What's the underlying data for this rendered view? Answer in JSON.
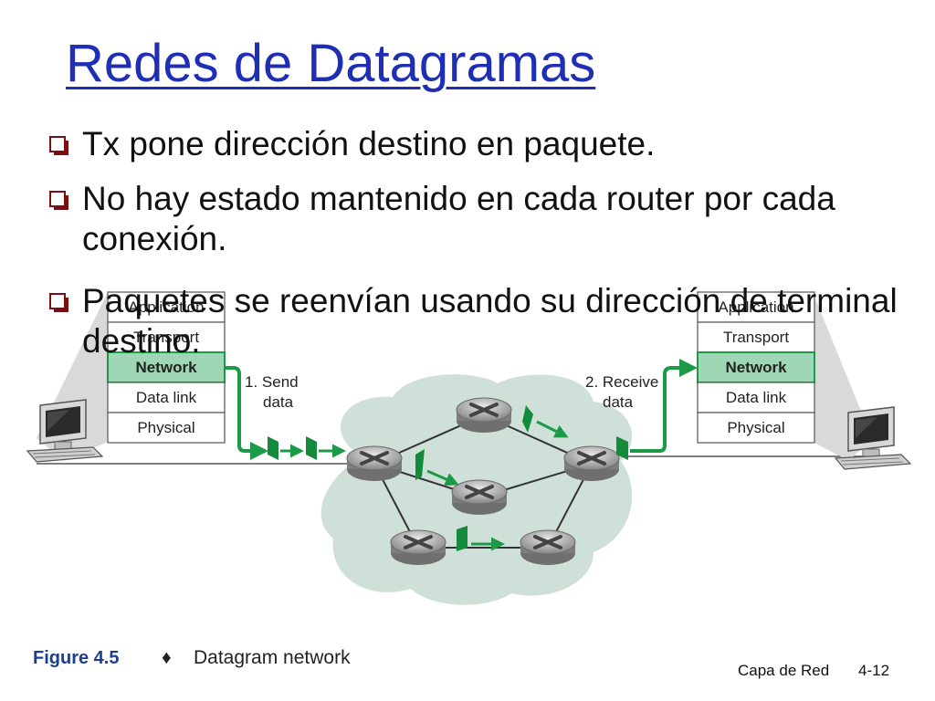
{
  "slide": {
    "title": "Redes de Datagramas",
    "bullets": [
      "Tx pone dirección destino en paquete.",
      "No hay estado mantenido en cada router por cada conexión.",
      "Paquetes se reenvían usando su dirección de terminal destino."
    ]
  },
  "figure": {
    "sender_stack": [
      "Application",
      "Transport",
      "Network",
      "Data link",
      "Physical"
    ],
    "receiver_stack": [
      "Application",
      "Transport",
      "Network",
      "Data link",
      "Physical"
    ],
    "send_label": [
      "1. Send",
      "data"
    ],
    "receive_label": [
      "2. Receive",
      "data"
    ],
    "caption_number": "Figure 4.5",
    "caption_separator": "♦",
    "caption_text": "Datagram network"
  },
  "footer": {
    "section": "Capa de Red",
    "page": "4-12"
  },
  "colors": {
    "title": "#1f2fb5",
    "network_layer": "#9fd6b6",
    "packet": "#138a3c",
    "cloud": "#cfe0d8"
  }
}
